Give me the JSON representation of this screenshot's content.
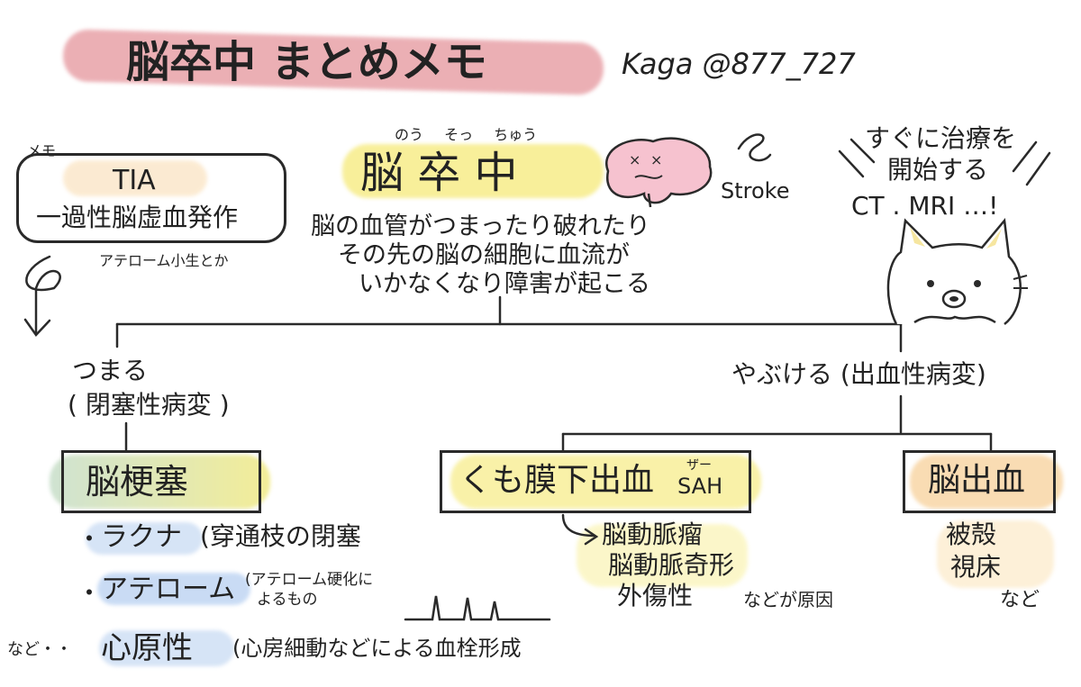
{
  "colors": {
    "title_highlight": "#e8a2a8",
    "stroke_highlight": "#f8ef9a",
    "infarction_highlight": "#f3ed98",
    "sah_highlight": "#f8ef9a",
    "ich_highlight": "#f9dcb3",
    "blue_highlight": "#bcd3f2",
    "ink": "#2a2a2a"
  },
  "header": {
    "title": "脳卒中 まとめメモ",
    "author": "Kaga @877_727"
  },
  "memo": {
    "tag": "メモ",
    "title": "TIA",
    "subtitle": "一過性脳虚血発作",
    "note": "アテローム小生とか"
  },
  "stroke": {
    "ruby": "のう そっ ちゅう",
    "title": "脳 卒 中",
    "english": "Stroke",
    "description": [
      "脳の血管がつまったり破れたり",
      "その先の脳の細胞に血流が",
      "いかなくなり障害が起こる"
    ]
  },
  "cat": {
    "speech": [
      "すぐに治療を",
      "開始する",
      "CT . MRI …!"
    ]
  },
  "occlusive": {
    "label_line1": "つまる",
    "label_line2": "( 閉塞性病変 )",
    "box": "脳梗塞",
    "items": [
      {
        "bullet": "・",
        "name": "ラクナ",
        "detail": "(穿通枝の閉塞"
      },
      {
        "bullet": "・",
        "name": "アテローム",
        "detail_line1": "(アテローム硬化に",
        "detail_line2": "よるもの"
      },
      {
        "prefix": "など・・",
        "name": "心原性",
        "detail": "(心房細動などによる血栓形成"
      }
    ]
  },
  "hemorrhagic": {
    "label": "やぶける (出血性病変)",
    "sah_box": "くも膜下出血",
    "sah_ruby": "ザー",
    "sah_abbr": "SAH",
    "sah_causes": [
      "脳動脈瘤",
      "脳動脈奇形",
      "外傷性"
    ],
    "sah_causes_note": "などが原因",
    "ich_box": "脳出血",
    "ich_causes": [
      "被殻",
      "視床"
    ],
    "ich_causes_note": "など"
  }
}
